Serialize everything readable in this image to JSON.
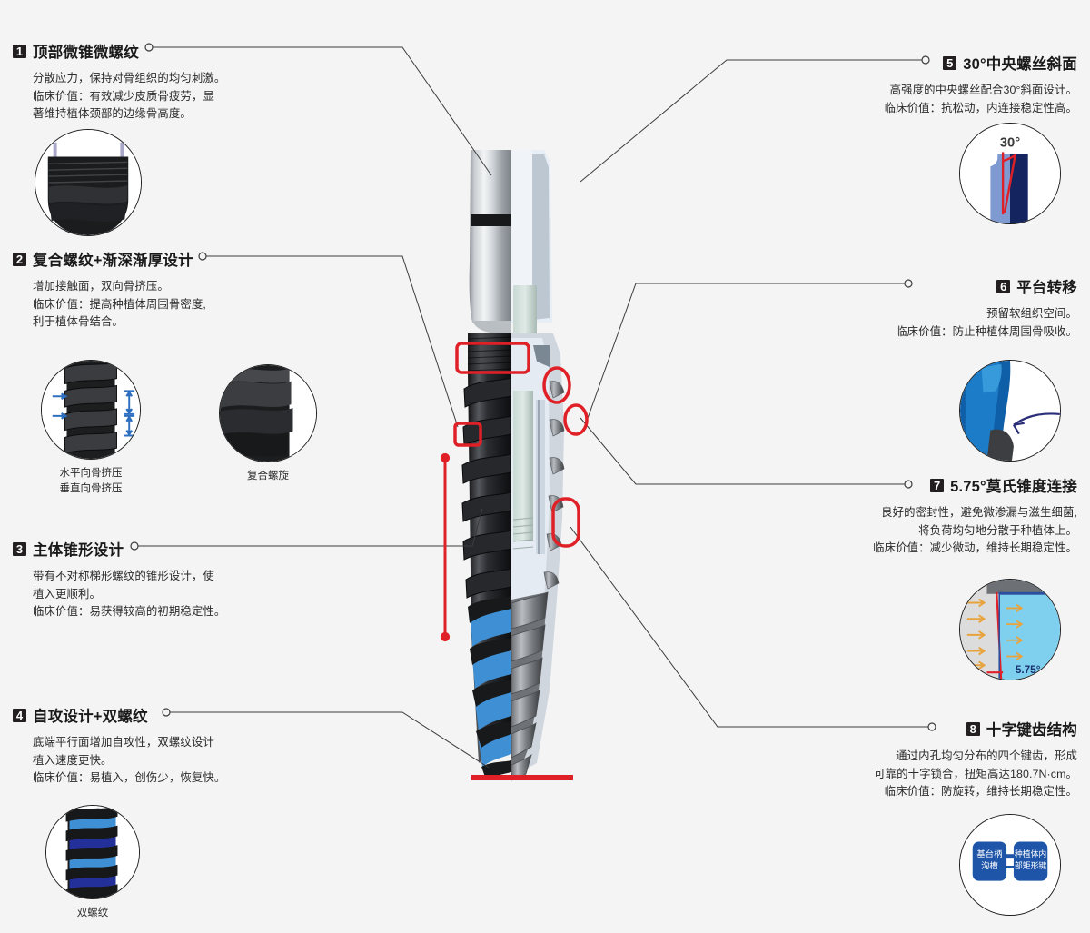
{
  "page": {
    "background_color": "#f4f4f4",
    "accent_red": "#e02027",
    "accent_blue": "#1c63b0",
    "text_color": "#231f20",
    "badge_bg": "#231f20",
    "badge_fg": "#ffffff"
  },
  "features": [
    {
      "number": "1",
      "side": "left",
      "title": "顶部微锥微螺纹",
      "body": "分散应力，保持对骨组织的均匀刺激。\n临床价值：有效减少皮质骨疲劳，显\n著维持植体颈部的边缘骨高度。"
    },
    {
      "number": "2",
      "side": "left",
      "title": "复合螺纹+渐深渐厚设计",
      "body": "增加接触面，双向骨挤压。\n临床价值：提高种植体周围骨密度,\n利于植体骨结合。"
    },
    {
      "number": "3",
      "side": "left",
      "title": "主体锥形设计",
      "body": "带有不对称梯形螺纹的锥形设计，使\n植入更顺利。\n临床价值：易获得较高的初期稳定性。"
    },
    {
      "number": "4",
      "side": "left",
      "title": "自攻设计+双螺纹",
      "body": "底端平行面增加自攻性，双螺纹设计\n植入速度更快。\n临床价值：易植入，创伤少，恢复快。"
    },
    {
      "number": "5",
      "side": "right",
      "title": "30°中央螺丝斜面",
      "body": "高强度的中央螺丝配合30°斜面设计。\n临床价值：抗松动，内连接稳定性高。"
    },
    {
      "number": "6",
      "side": "right",
      "title": "平台转移",
      "body": "预留软组织空间。\n临床价值：防止种植体周围骨吸收。"
    },
    {
      "number": "7",
      "side": "right",
      "title": "5.75°莫氏锥度连接",
      "body": "良好的密封性，避免微渗漏与滋生细菌,\n将负荷均匀地分散于种植体上。\n临床价值：减少微动，维持长期稳定性。"
    },
    {
      "number": "8",
      "side": "right",
      "title": "十字键齿结构",
      "body": "通过内孔均匀分布的四个键齿，形成\n可靠的十字锁合，扭矩高达180.7N·cm。\n临床价值：防旋转，维持长期稳定性。"
    }
  ],
  "details": [
    {
      "id": "micro-thread-collar",
      "caption": ""
    },
    {
      "id": "thread-compression",
      "caption": "水平向骨挤压\n垂直向骨挤压"
    },
    {
      "id": "compound-helix",
      "caption": "复合螺旋"
    },
    {
      "id": "double-thread",
      "caption": "双螺纹"
    },
    {
      "id": "screw-bevel-30",
      "caption": "",
      "label": "30°"
    },
    {
      "id": "platform-switch",
      "caption": ""
    },
    {
      "id": "morse-taper",
      "caption": "",
      "label": "5.75°"
    },
    {
      "id": "cross-key",
      "caption": "",
      "box_left": "基台柄\n沟槽",
      "box_right": "种植体内\n部矩形键"
    }
  ],
  "central_image": {
    "name": "dental-implant-cutaway",
    "alt": "牙科种植体剖面图"
  }
}
